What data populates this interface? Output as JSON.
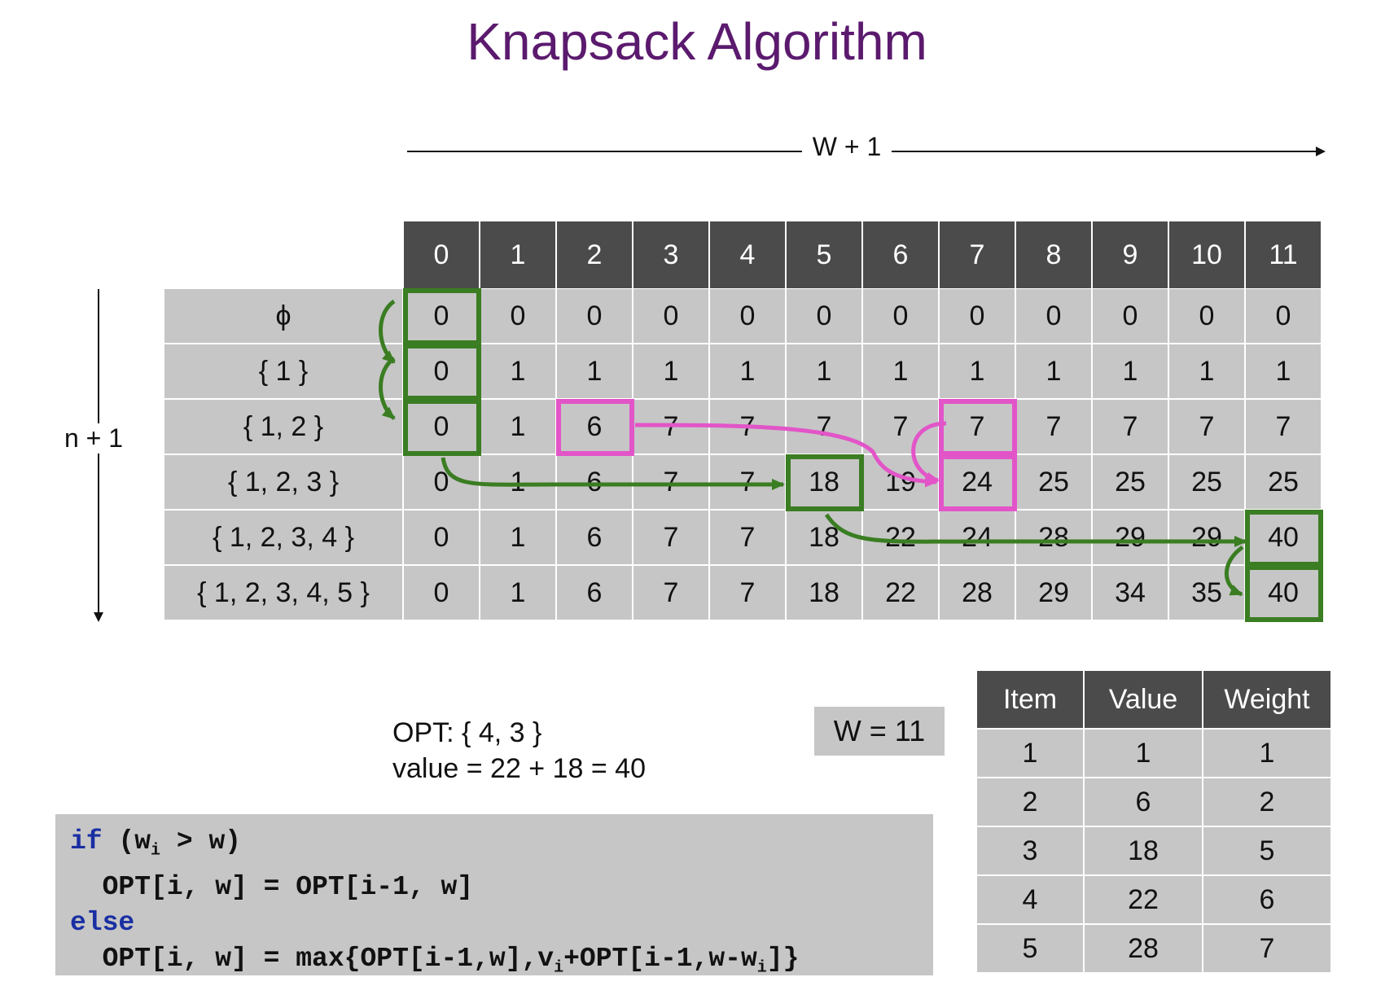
{
  "title": "Knapsack Algorithm",
  "capacity_axis_label": "W + 1",
  "items_axis_label": "n + 1",
  "dp_table": {
    "columns": [
      "0",
      "1",
      "2",
      "3",
      "4",
      "5",
      "6",
      "7",
      "8",
      "9",
      "10",
      "11"
    ],
    "rows": [
      {
        "label": "ϕ",
        "values": [
          "0",
          "0",
          "0",
          "0",
          "0",
          "0",
          "0",
          "0",
          "0",
          "0",
          "0",
          "0"
        ]
      },
      {
        "label": "{ 1 }",
        "values": [
          "0",
          "1",
          "1",
          "1",
          "1",
          "1",
          "1",
          "1",
          "1",
          "1",
          "1",
          "1"
        ]
      },
      {
        "label": "{ 1, 2 }",
        "values": [
          "0",
          "1",
          "6",
          "7",
          "7",
          "7",
          "7",
          "7",
          "7",
          "7",
          "7",
          "7"
        ]
      },
      {
        "label": "{ 1, 2, 3 }",
        "values": [
          "0",
          "1",
          "6",
          "7",
          "7",
          "18",
          "19",
          "24",
          "25",
          "25",
          "25",
          "25"
        ]
      },
      {
        "label": "{ 1, 2, 3, 4 }",
        "values": [
          "0",
          "1",
          "6",
          "7",
          "7",
          "18",
          "22",
          "24",
          "28",
          "29",
          "29",
          "40"
        ]
      },
      {
        "label": "{ 1, 2, 3, 4, 5 }",
        "values": [
          "0",
          "1",
          "6",
          "7",
          "7",
          "18",
          "22",
          "28",
          "29",
          "34",
          "35",
          "40"
        ]
      }
    ],
    "highlight_colors": {
      "green": "#3a7d22",
      "magenta": "#e255c8"
    }
  },
  "opt": {
    "line1": "OPT:  { 4, 3 }",
    "line2": "value = 22 + 18 = 40"
  },
  "capacity_box": "W = 11",
  "code": {
    "kw_if": "if",
    "cond_a": " (w",
    "sub_i": "i",
    "cond_b": " > w)",
    "line2": "  OPT[i, w] = OPT[i-1, w]",
    "kw_else": "else",
    "line4_a": "  OPT[i, w] = max{OPT[i-1,w],v",
    "sub_i2": "i",
    "line4_b": "+OPT[i-1,w-w",
    "sub_i3": "i",
    "line4_c": "]}"
  },
  "items_table": {
    "headers": [
      "Item",
      "Value",
      "Weight"
    ],
    "rows": [
      [
        "1",
        "1",
        "1"
      ],
      [
        "2",
        "6",
        "2"
      ],
      [
        "3",
        "18",
        "5"
      ],
      [
        "4",
        "22",
        "6"
      ],
      [
        "5",
        "28",
        "7"
      ]
    ]
  }
}
